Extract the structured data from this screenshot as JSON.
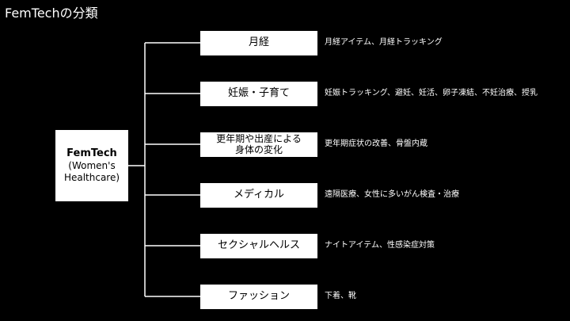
{
  "title": "FemTechの分類",
  "root": {
    "name": "FemTech",
    "subtitle_line1": "(Women's",
    "subtitle_line2": "Healthcare)"
  },
  "categories": [
    {
      "label": "月経",
      "description": "月経アイテム、月経トラッキング"
    },
    {
      "label": "妊娠・子育て",
      "description": "妊娠トラッキング、避妊、妊活、卵子凍結、不妊治療、授乳"
    },
    {
      "label_line1": "更年期や出産による",
      "label_line2": "身体の変化",
      "description": "更年期症状の改善、骨盤内蔵"
    },
    {
      "label": "メディカル",
      "description": "遠隔医療、女性に多いがん検査・治療"
    },
    {
      "label": "セクシャルヘルス",
      "description": "ナイトアイテム、性感染症対策"
    },
    {
      "label": "ファッション",
      "description": "下着、靴"
    }
  ],
  "colors": {
    "background": "#000000",
    "box_fill": "#ffffff",
    "box_text": "#000000",
    "line": "#ffffff",
    "text": "#ffffff"
  }
}
